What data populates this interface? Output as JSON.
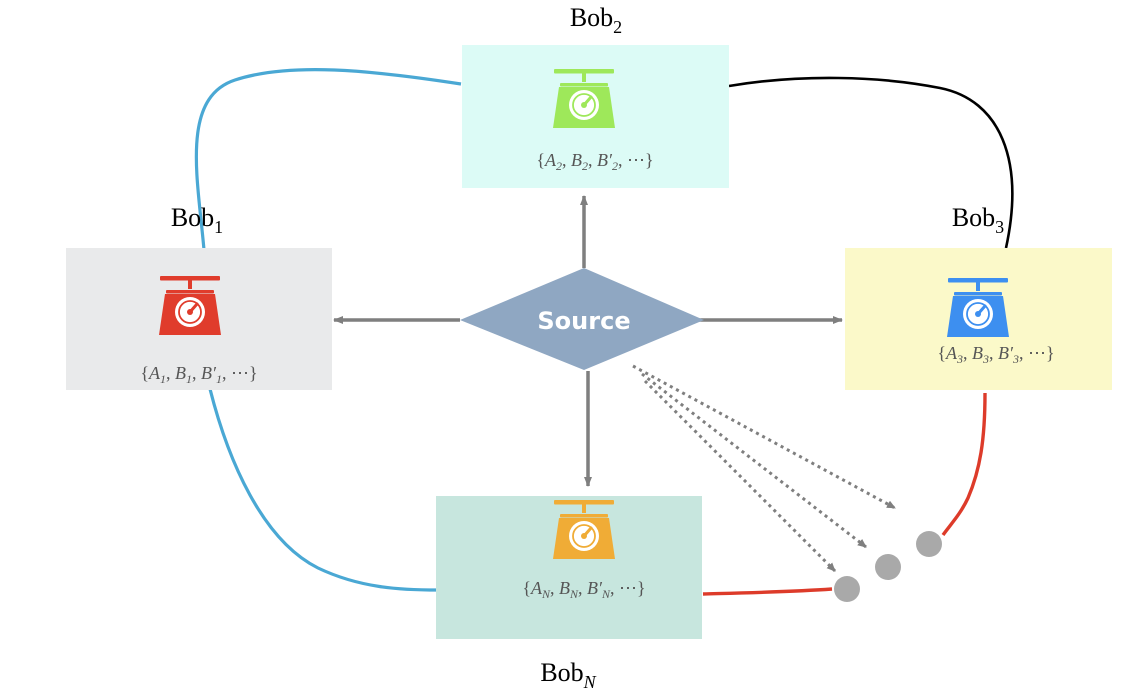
{
  "source": {
    "label": "Source"
  },
  "bobs": [
    {
      "id": "bob1",
      "name": "Bob",
      "sub": "1",
      "box_color": "#e9eaeb",
      "scale_color": "#e03c2c",
      "meas": {
        "a": "A",
        "b": "B",
        "bp": "B′",
        "sub": "1",
        "dots": "⋯"
      }
    },
    {
      "id": "bob2",
      "name": "Bob",
      "sub": "2",
      "box_color": "#dcfbf6",
      "scale_color": "#9ee85a",
      "meas": {
        "a": "A",
        "b": "B",
        "bp": "B′",
        "sub": "2",
        "dots": "⋯"
      }
    },
    {
      "id": "bob3",
      "name": "Bob",
      "sub": "3",
      "box_color": "#fbf9c9",
      "scale_color": "#3d8ff0",
      "meas": {
        "a": "A",
        "b": "B",
        "bp": "B′",
        "sub": "3",
        "dots": "⋯"
      }
    },
    {
      "id": "bobN",
      "name": "Bob",
      "sub": "N",
      "box_color": "#c7e6de",
      "scale_color": "#f0ac36",
      "meas": {
        "a": "A",
        "b": "B",
        "bp": "B′",
        "sub": "N",
        "dots": "⋯"
      }
    }
  ],
  "colors": {
    "arrow": "#7f7f7f",
    "source_fill": "#8fa7c2",
    "link_blue": "#4aa8d4",
    "link_black": "#000000",
    "link_red": "#dd3b2a",
    "dot_fill": "#a9a9a9"
  }
}
